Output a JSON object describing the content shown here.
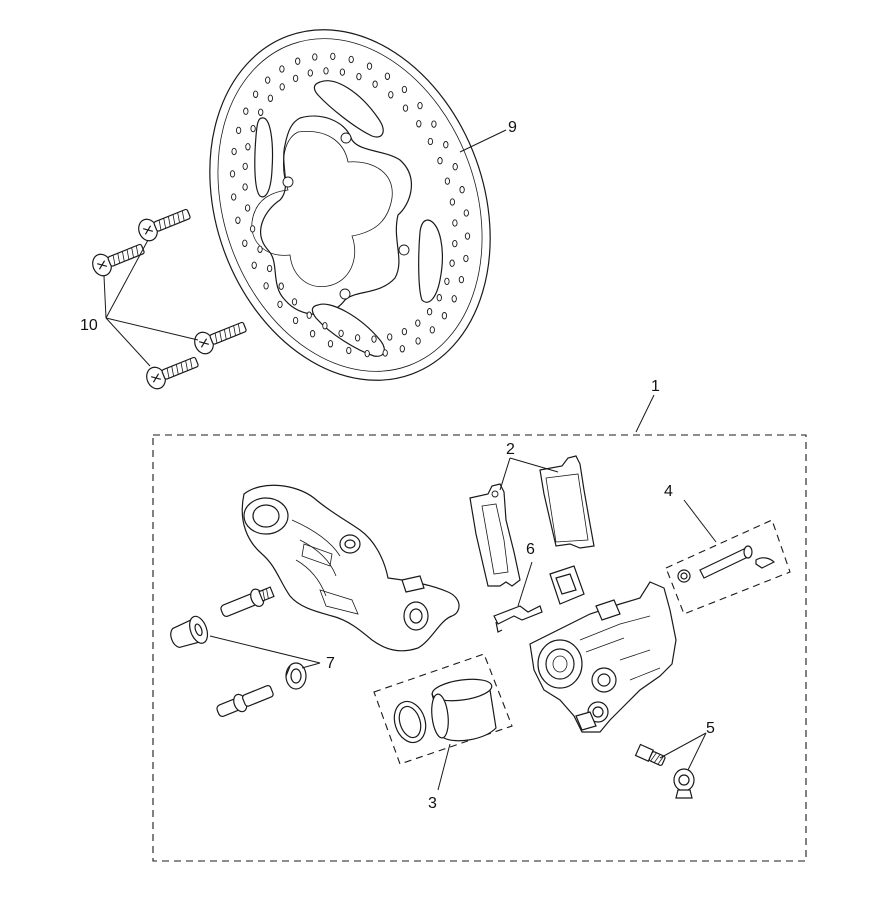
{
  "diagram": {
    "callouts": {
      "c1": "1",
      "c2": "2",
      "c3": "3",
      "c4": "4",
      "c5": "5",
      "c6": "6",
      "c7": "7",
      "c9": "9",
      "c10": "10"
    }
  }
}
